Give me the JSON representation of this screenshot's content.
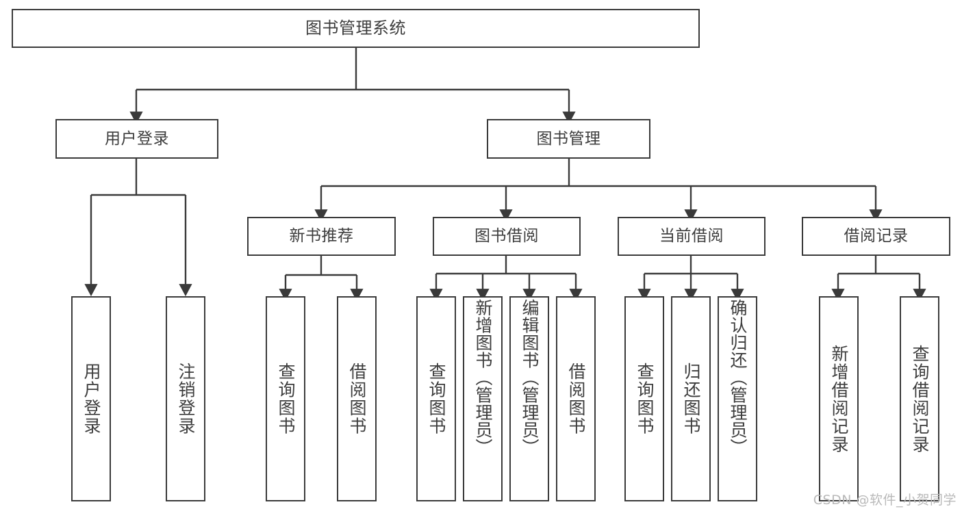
{
  "diagram": {
    "title": "图书管理系统",
    "type": "tree-hierarchy",
    "root": {
      "label": "图书管理系统"
    },
    "level1": [
      {
        "label": "用户登录"
      },
      {
        "label": "图书管理"
      }
    ],
    "level2": [
      {
        "label": "新书推荐"
      },
      {
        "label": "图书借阅"
      },
      {
        "label": "当前借阅"
      },
      {
        "label": "借阅记录"
      }
    ],
    "leaves": {
      "user_login": [
        {
          "label": "用户登录"
        },
        {
          "label": "注销登录"
        }
      ],
      "new_book_recommend": [
        {
          "label": "查询图书"
        },
        {
          "label": "借阅图书"
        }
      ],
      "book_borrow": [
        {
          "label": "查询图书"
        },
        {
          "label": "新增图书（管理员）"
        },
        {
          "label": "编辑图书（管理员）"
        },
        {
          "label": "借阅图书"
        }
      ],
      "current_borrow": [
        {
          "label": "查询图书"
        },
        {
          "label": "归还图书"
        },
        {
          "label": "确认归还（管理员）"
        }
      ],
      "borrow_record": [
        {
          "label": "新增借阅记录"
        },
        {
          "label": "查询借阅记录"
        }
      ]
    }
  },
  "watermark": {
    "text": "CSDN @软件_小贺同学"
  },
  "colors": {
    "stroke": "#3a3a3a",
    "text": "#3d3d3d",
    "background": "#ffffff",
    "watermark": "#b9b9b9"
  }
}
